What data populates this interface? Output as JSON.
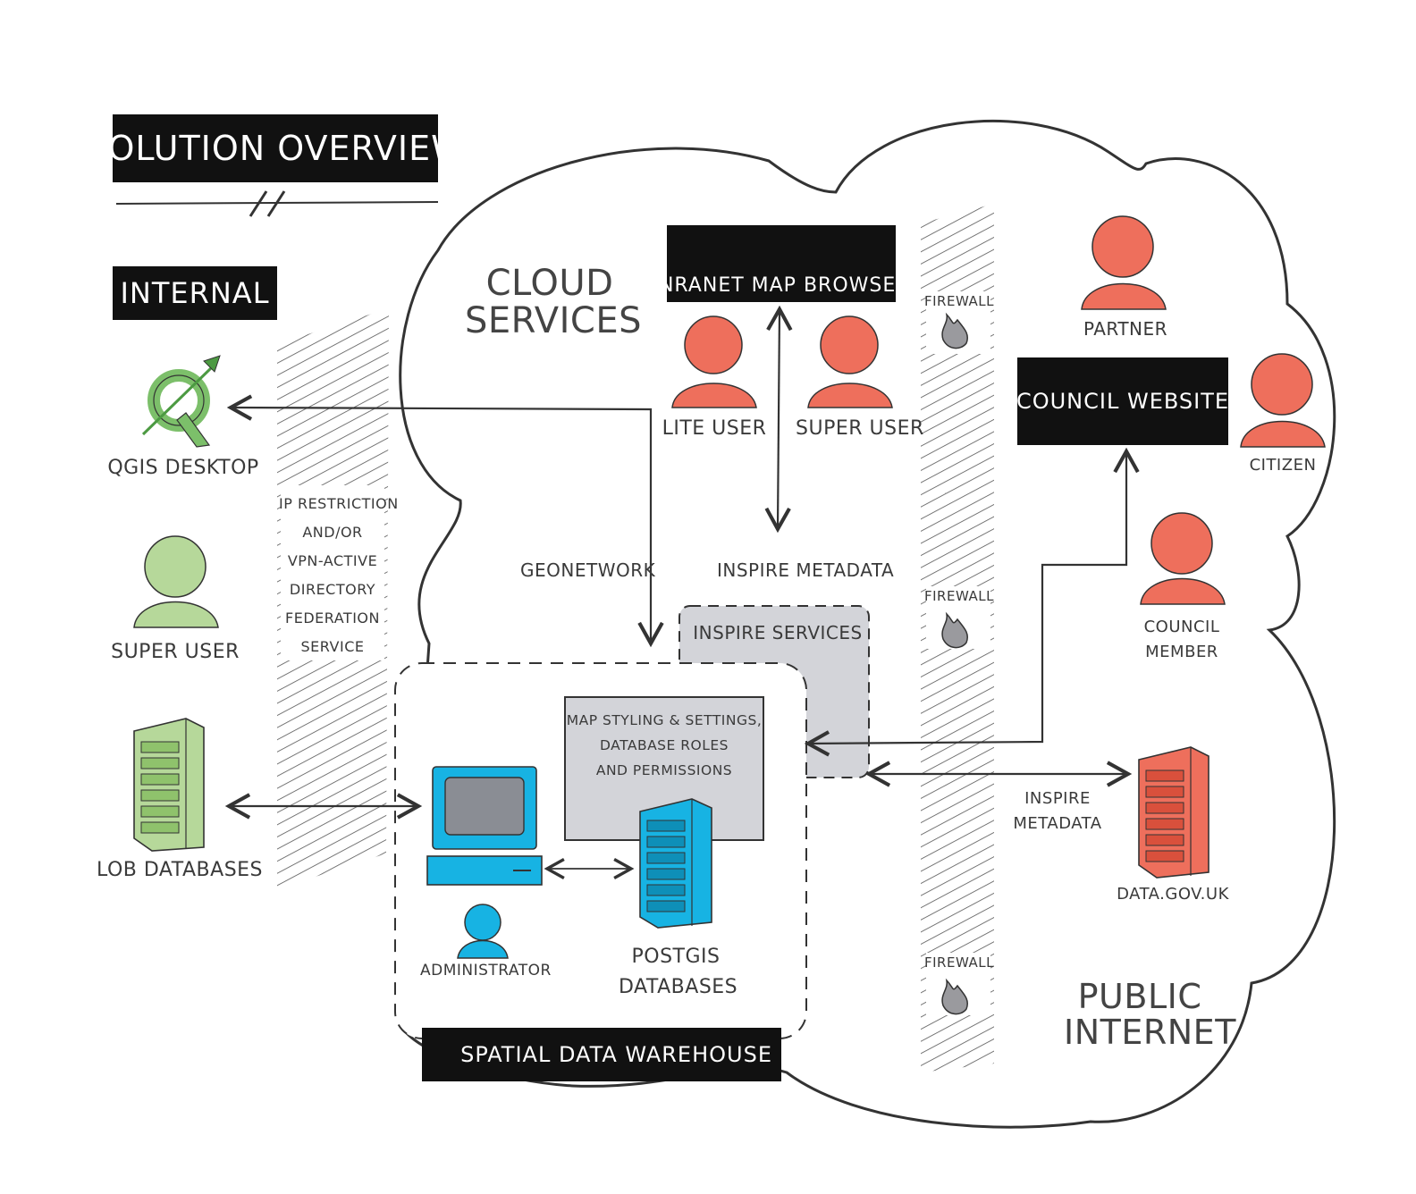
{
  "title": "Solution Overview",
  "zones": {
    "internal": "Internal",
    "cloud": [
      "Cloud",
      "Services"
    ],
    "public": [
      "Public",
      "Internet"
    ],
    "warehouse": "Spatial Data Warehouse"
  },
  "internal_items": {
    "qgis": "QGis Desktop",
    "super_user": "Super User",
    "lob": "LoB Databases"
  },
  "ip_restriction": [
    "IP Restriction",
    "and/or",
    "VPN-Active",
    "Directory",
    "Federation",
    "Service"
  ],
  "cloud_items": {
    "intranet": "Inranet Map Browser",
    "lite_user": "Lite User",
    "super_user": "Super User",
    "geonetwork": "GeoNetwork",
    "inspire_metadata": "Inspire Metadata",
    "inspire_services": "Inspire Services",
    "map_styling": [
      "Map Styling & Settings,",
      "Database Roles",
      "and Permissions"
    ],
    "administrator": "Administrator",
    "postgis": [
      "PostGIS",
      "Databases"
    ]
  },
  "firewall_label": "Firewall",
  "public_items": {
    "partner": "Partner",
    "council_website": "Council Website",
    "citizen": "Citizen",
    "council_member": [
      "Council",
      "Member"
    ],
    "inspire_metadata": [
      "Inspire",
      "Metadata"
    ],
    "data_gov": "data.gov.uk"
  },
  "colors": {
    "person_external": "#ee6f5c",
    "person_internal": "#b6d89a",
    "admin": "#17b3e3",
    "block": "#111111",
    "grey_box": "#d3d4d9",
    "line": "#333333"
  }
}
